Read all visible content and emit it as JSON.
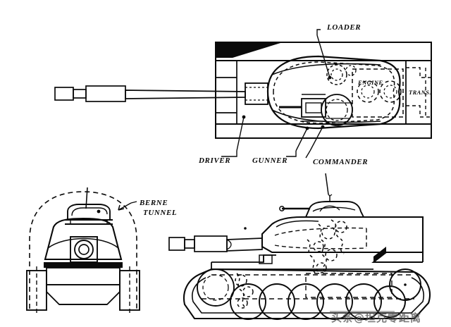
{
  "document": {
    "kind": "technical-line-drawing",
    "subject": "tank three-view blueprint",
    "background_color": "#ffffff",
    "ink_color": "#0a0a0a"
  },
  "views": {
    "plan": {
      "name": "plan-view",
      "labels": {
        "loader": "LOADER",
        "engine": "ENGINE",
        "transmission": "TRANS.",
        "driver": "DRIVER",
        "gunner": "GUNNER",
        "commander": "COMMANDER"
      }
    },
    "front": {
      "name": "front-view",
      "labels": {
        "berne_tunnel_line1": "BERNE",
        "berne_tunnel_line2": "TUNNEL"
      }
    },
    "side": {
      "name": "side-elevation-view",
      "road_wheel_count": 6
    }
  },
  "watermark": {
    "text": "头条@坦克零距离"
  }
}
